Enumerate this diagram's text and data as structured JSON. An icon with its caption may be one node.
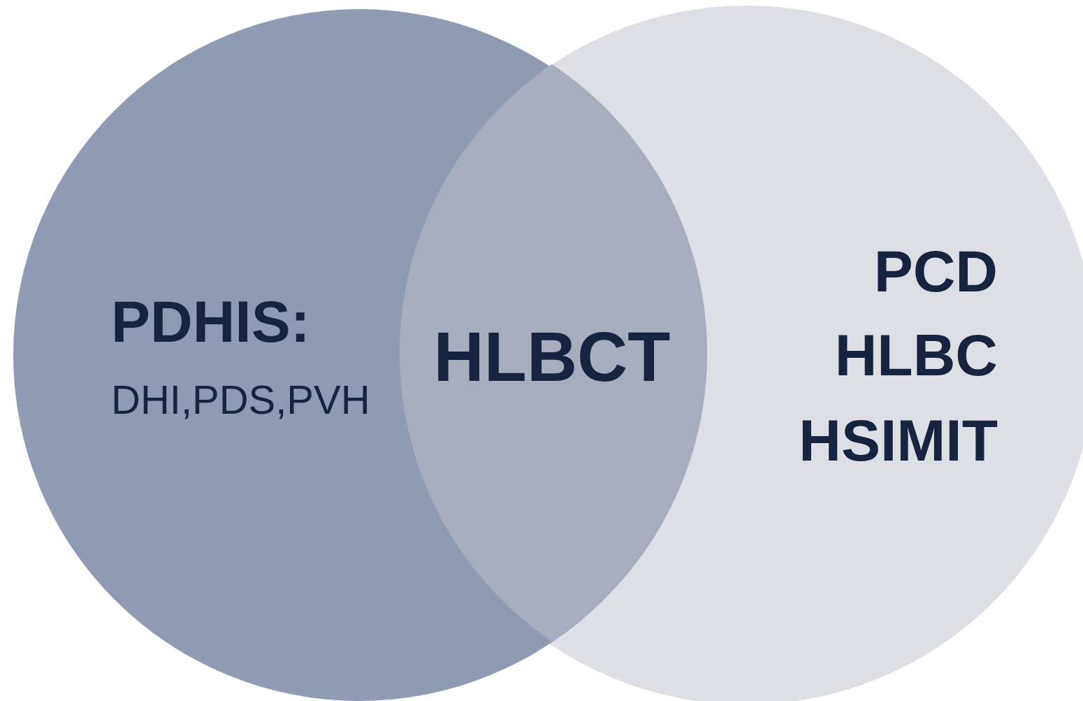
{
  "diagram": {
    "nodes": [
      {
        "text": [
          "PDHIS:",
          "DHI,PDS,PVH"
        ]
      },
      {
        "text": [
          "HLBCT"
        ]
      },
      {
        "text": [
          "PCD",
          "HLBC",
          "HSIMIT"
        ]
      }
    ]
  }
}
